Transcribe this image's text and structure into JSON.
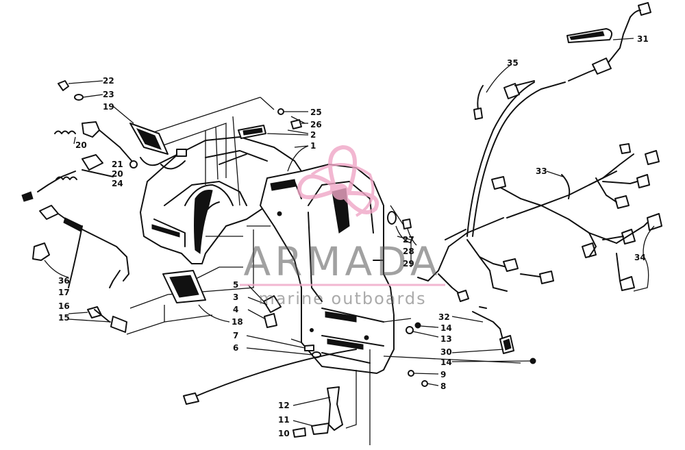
{
  "watermark": {
    "title": "ARMADA",
    "subtitle": "marine outboards",
    "logo_color": "#f0a6c6"
  },
  "callouts": [
    {
      "id": "1",
      "text": "1"
    },
    {
      "id": "2",
      "text": "2"
    },
    {
      "id": "3",
      "text": "3"
    },
    {
      "id": "4",
      "text": "4"
    },
    {
      "id": "5",
      "text": "5"
    },
    {
      "id": "6",
      "text": "6"
    },
    {
      "id": "7",
      "text": "7"
    },
    {
      "id": "8",
      "text": "8"
    },
    {
      "id": "9",
      "text": "9"
    },
    {
      "id": "10",
      "text": "10"
    },
    {
      "id": "11",
      "text": "11"
    },
    {
      "id": "12",
      "text": "12"
    },
    {
      "id": "13",
      "text": "13"
    },
    {
      "id": "14a",
      "text": "14"
    },
    {
      "id": "14b",
      "text": "14"
    },
    {
      "id": "15",
      "text": "15"
    },
    {
      "id": "16",
      "text": "16"
    },
    {
      "id": "17",
      "text": "17"
    },
    {
      "id": "18",
      "text": "18"
    },
    {
      "id": "19",
      "text": "19"
    },
    {
      "id": "20a",
      "text": "20"
    },
    {
      "id": "20b",
      "text": "20"
    },
    {
      "id": "21",
      "text": "21"
    },
    {
      "id": "22",
      "text": "22"
    },
    {
      "id": "23",
      "text": "23"
    },
    {
      "id": "24",
      "text": "24"
    },
    {
      "id": "25",
      "text": "25"
    },
    {
      "id": "26",
      "text": "26"
    },
    {
      "id": "27",
      "text": "27"
    },
    {
      "id": "28",
      "text": "28"
    },
    {
      "id": "29",
      "text": "29"
    },
    {
      "id": "30",
      "text": "30"
    },
    {
      "id": "31",
      "text": "31"
    },
    {
      "id": "32",
      "text": "32"
    },
    {
      "id": "33",
      "text": "33"
    },
    {
      "id": "34",
      "text": "34"
    },
    {
      "id": "35",
      "text": "35"
    },
    {
      "id": "36",
      "text": "36"
    }
  ]
}
